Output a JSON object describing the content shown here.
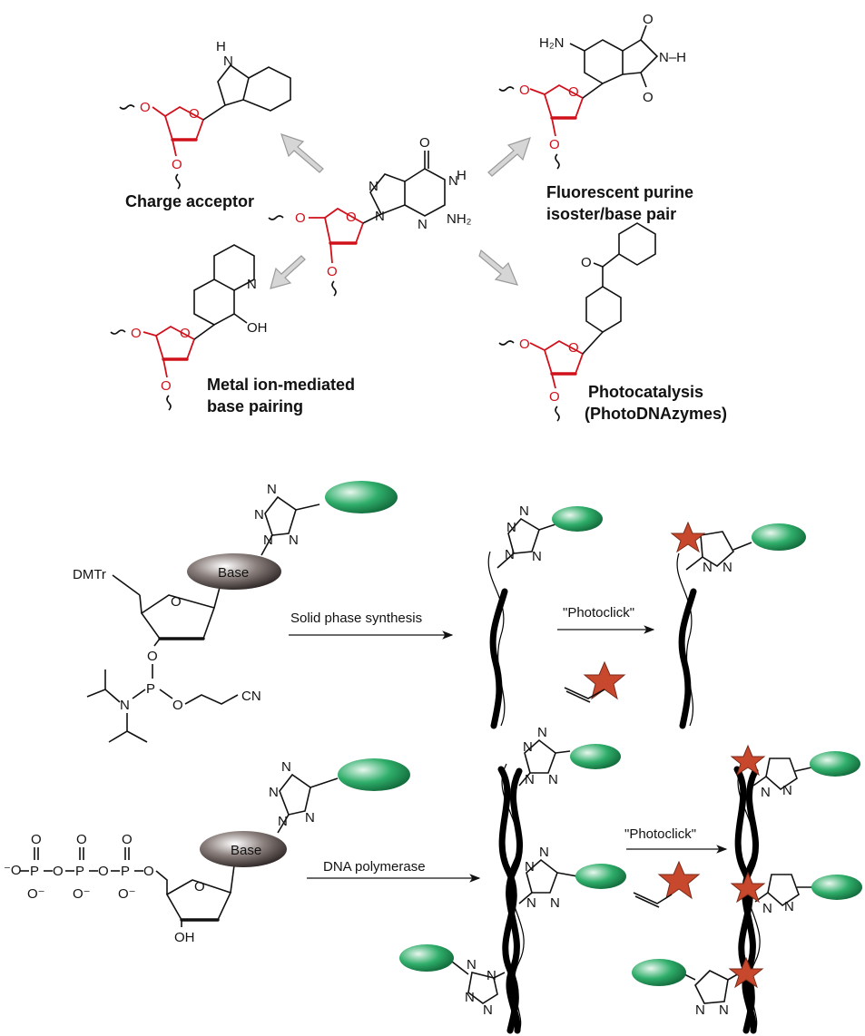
{
  "top": {
    "labels": {
      "charge_acceptor": "Charge acceptor",
      "fluorescent_1": "Fluorescent purine",
      "fluorescent_2": "isoster/base pair",
      "metal_1": "Metal ion-mediated",
      "metal_2": "base pairing",
      "photo_1": "Photocatalysis",
      "photo_2": "(PhotoDNAzymes)"
    },
    "atoms": {
      "O": "O",
      "H": "H",
      "N": "N",
      "NH2": "NH₂",
      "H2N": "H₂N",
      "N_H": "N–H",
      "OH": "OH"
    }
  },
  "bottom": {
    "base_label": "Base",
    "dmtr": "DMTr",
    "cn": "CN",
    "p": "P",
    "n": "N",
    "o": "O",
    "oh": "OH",
    "o_minus": "O⁻",
    "minus_o": "⁻O",
    "solid_phase": "Solid phase synthesis",
    "photoclick": "\"Photoclick\"",
    "dna_polymerase": "DNA polymerase"
  },
  "colors": {
    "sugar_red": "#d0101a",
    "star": "#c8482e",
    "ellipse_green": "#1f9a5c"
  }
}
